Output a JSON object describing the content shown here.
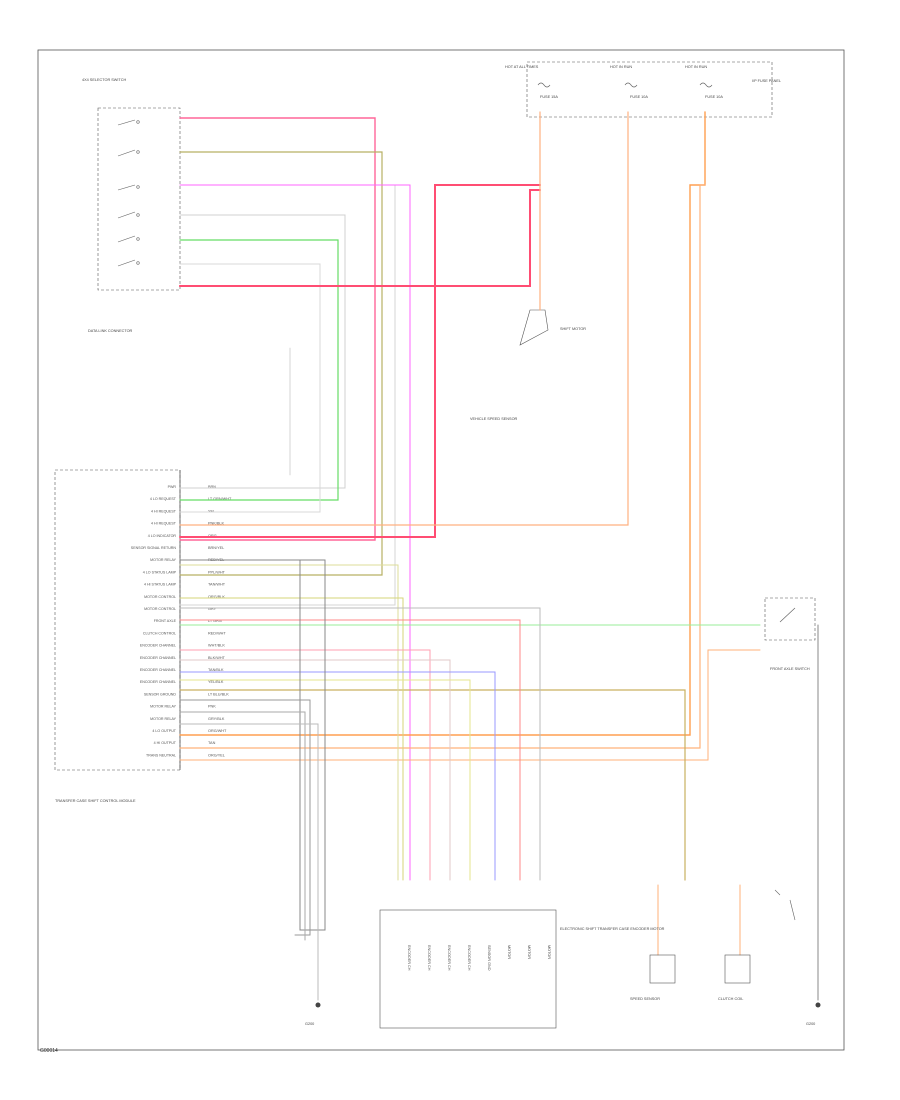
{
  "title_block": {
    "code": "G00014"
  },
  "fuse_blocks": [
    {
      "title": "HOT AT ALL TIMES",
      "fuse": "FUSE 15A",
      "detail": ""
    },
    {
      "title": "HOT IN RUN",
      "fuse": "FUSE 10A",
      "detail": ""
    },
    {
      "title": "HOT IN RUN",
      "fuse": "FUSE 10A",
      "detail": ""
    }
  ],
  "fuse_panel_label": "I/P FUSE PANEL",
  "shift_motor_label": "SHIFT MOTOR",
  "tcase_module": {
    "caption": "TRANSFER CASE SHIFT CONTROL MODULE",
    "pins": [
      "PWR",
      "4 LO REQUEST",
      "4 HI REQUEST",
      "4 HI REQUEST",
      "4 LO INDICATOR",
      "SENSOR SIGNAL RETURN",
      "MOTOR RELAY",
      "4 LO STATUS LAMP",
      "4 HI STATUS LAMP",
      "MOTOR CONTROL",
      "MOTOR CONTROL",
      "FRONT AXLE",
      "CLUTCH CONTROL",
      "ENCODER CHANNEL",
      "ENCODER CHANNEL",
      "ENCODER CHANNEL",
      "ENCODER CHANNEL",
      "SENSOR GROUND",
      "MOTOR RELAY",
      "MOTOR RELAY",
      "4 LO OUTPUT",
      "4 HI OUTPUT",
      "TRANS NEUTRAL"
    ],
    "wire_colors": [
      "BRN",
      "LT GRN/WHT",
      "YEL",
      "PNK/BLK",
      "ORG",
      "BRN/YEL",
      "RED/YEL",
      "PPL/WHT",
      "TAN/WHT",
      "ORG/BLK",
      "GRY",
      "LT GRN",
      "RED/WHT",
      "WHT/BLK",
      "BLK/WHT",
      "TAN/BLK",
      "YEL/BLK",
      "LT BLU/BLK",
      "PNK",
      "GRY/BLK",
      "ORG/WHT",
      "TAN",
      "ORG/YEL"
    ]
  },
  "selector": {
    "title": "4X4 SELECTOR SWITCH"
  },
  "connector_label": "DATA LINK CONNECTOR",
  "encoder": {
    "caption": "ELECTRONIC SHIFT TRANSFER CASE ENCODER MOTOR",
    "pins": [
      "ENCODER CH",
      "ENCODER CH",
      "ENCODER CH",
      "ENCODER CH",
      "SENSOR GND",
      "MOTOR",
      "MOTOR",
      "MOTOR"
    ]
  },
  "speed_sensor": {
    "caption": "SPEED SENSOR"
  },
  "clutch_coil": {
    "caption": "CLUTCH COIL"
  },
  "vss": {
    "caption": "VEHICLE SPEED SENSOR"
  },
  "axle_switch": {
    "caption": "FRONT AXLE SWITCH"
  },
  "grounds": {
    "left": "G200",
    "right": "G200"
  }
}
